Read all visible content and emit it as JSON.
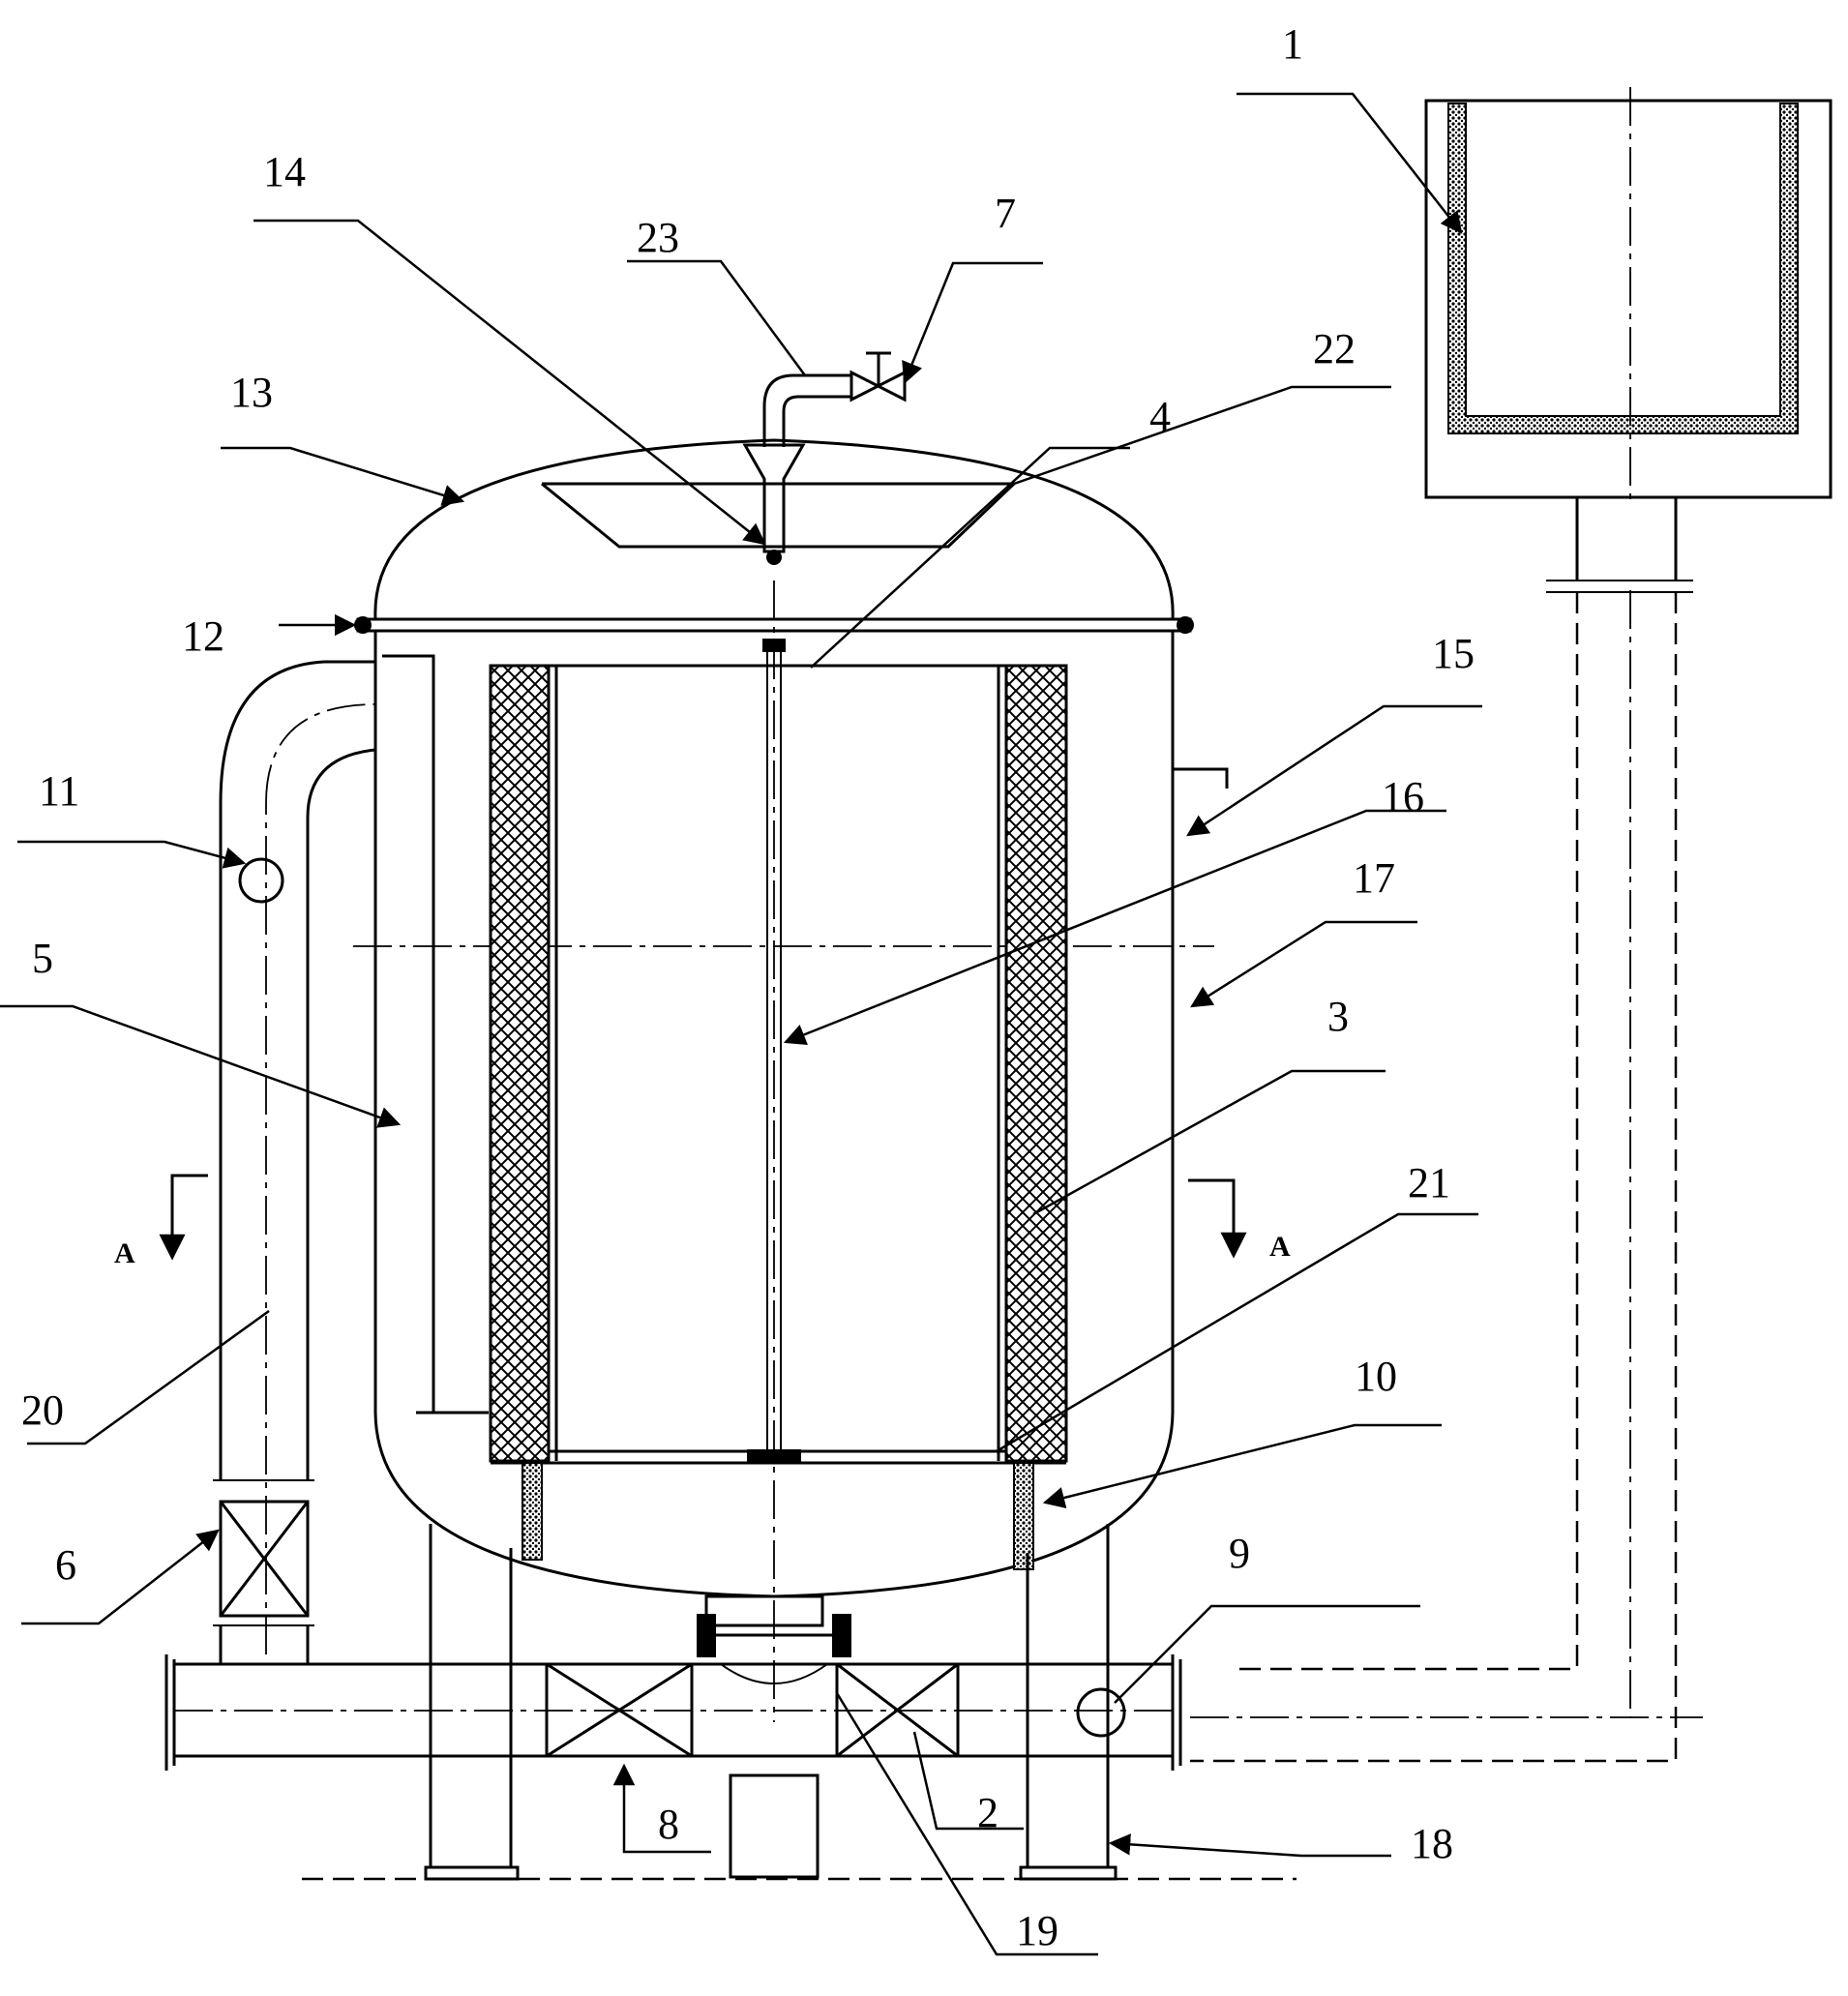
{
  "figure": {
    "callouts": [
      {
        "id": "c1",
        "text": "1"
      },
      {
        "id": "c2",
        "text": "2"
      },
      {
        "id": "c3",
        "text": "3"
      },
      {
        "id": "c4",
        "text": "4"
      },
      {
        "id": "c5",
        "text": "5"
      },
      {
        "id": "c6",
        "text": "6"
      },
      {
        "id": "c7",
        "text": "7"
      },
      {
        "id": "c8",
        "text": "8"
      },
      {
        "id": "c9",
        "text": "9"
      },
      {
        "id": "c10",
        "text": "10"
      },
      {
        "id": "c11",
        "text": "11"
      },
      {
        "id": "c12",
        "text": "12"
      },
      {
        "id": "c13",
        "text": "13"
      },
      {
        "id": "c14",
        "text": "14"
      },
      {
        "id": "c15",
        "text": "15"
      },
      {
        "id": "c16",
        "text": "16"
      },
      {
        "id": "c17",
        "text": "17"
      },
      {
        "id": "c18",
        "text": "18"
      },
      {
        "id": "c19",
        "text": "19"
      },
      {
        "id": "c20",
        "text": "20"
      },
      {
        "id": "c21",
        "text": "21"
      },
      {
        "id": "c22",
        "text": "22"
      },
      {
        "id": "c23",
        "text": "23"
      }
    ],
    "section_marks": {
      "left": "A",
      "right": "A"
    }
  }
}
